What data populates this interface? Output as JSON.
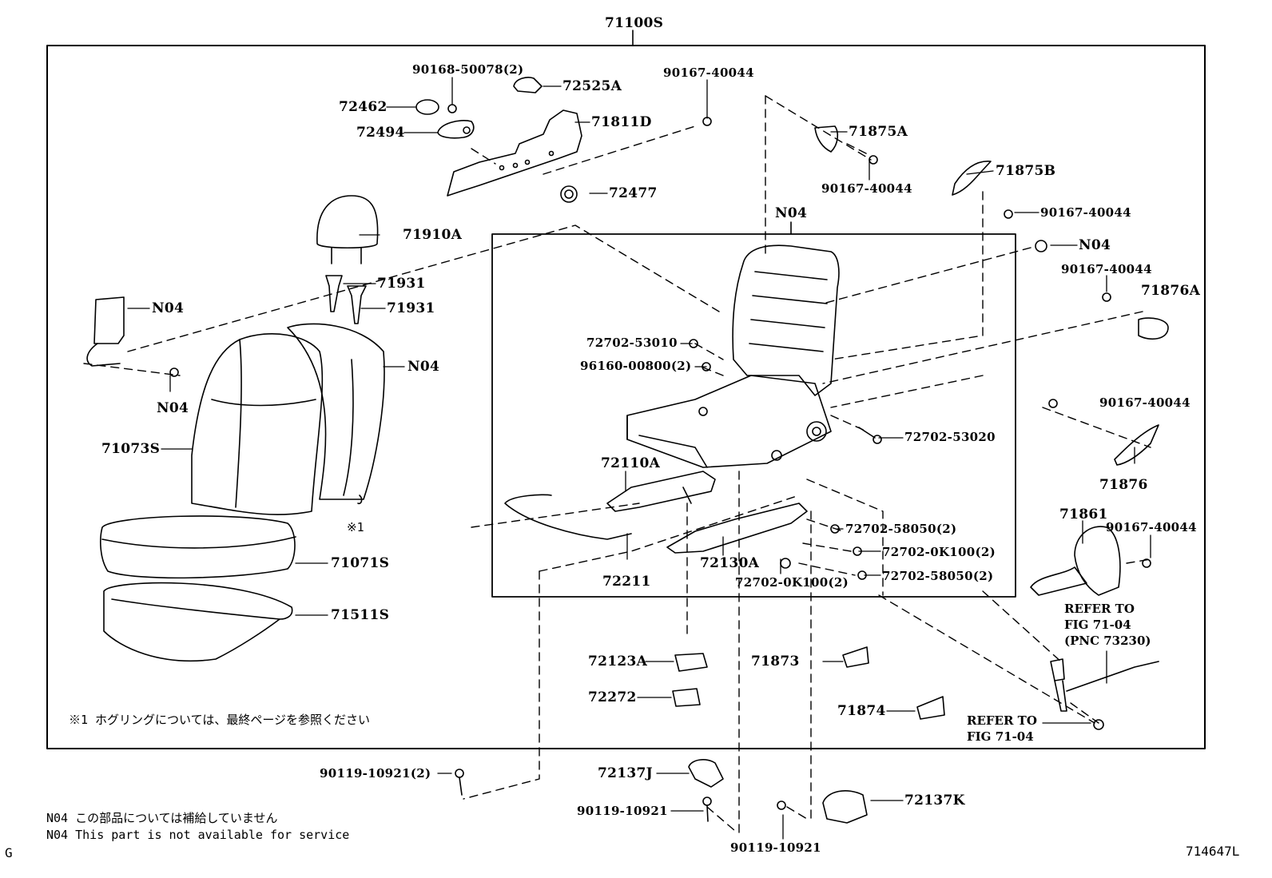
{
  "diagram": {
    "assembly_label": "71100S",
    "page_code_left": "G",
    "figure_id": "714647L",
    "colors": {
      "ink": "#000000",
      "paper": "#ffffff"
    },
    "labels": {
      "p90168_50078": "90168-50078(2)",
      "p72525A": "72525A",
      "p90167_40044_top": "90167-40044",
      "p72462": "72462",
      "p72494": "72494",
      "p71811D": "71811D",
      "p72477": "72477",
      "p71875A": "71875A",
      "p90167_40044_a": "90167-40044",
      "p71875B": "71875B",
      "p90167_40044_b": "90167-40044",
      "n04_frame": "N04",
      "n04_right": "N04",
      "p90167_40044_c": "90167-40044",
      "p71876A": "71876A",
      "p71910A": "71910A",
      "p71931_a": "71931",
      "p71931_b": "71931",
      "n04_left": "N04",
      "n04_left2": "N04",
      "n04_back": "N04",
      "p71073S": "71073S",
      "p72702_53010": "72702-53010",
      "p96160_00800": "96160-00800(2)",
      "p72702_53020": "72702-53020",
      "p90167_40044_d": "90167-40044",
      "p71876": "71876",
      "p72110A": "72110A",
      "hogring_mark": "※1",
      "p71071S": "71071S",
      "p72702_58050_a": "72702-58050(2)",
      "p72702_0K100_a": "72702-0K100(2)",
      "p72702_58050_b": "72702-58050(2)",
      "p72211": "72211",
      "p72130A": "72130A",
      "p72702_0K100_b": "72702-0K100(2)",
      "p71861": "71861",
      "p90167_40044_e": "90167-40044",
      "p71511S": "71511S",
      "p72123A": "72123A",
      "p71873": "71873",
      "p72272": "72272",
      "p71874": "71874",
      "p90119_10921_2": "90119-10921(2)",
      "p72137J": "72137J",
      "p90119_10921_a": "90119-10921",
      "p72137K": "72137K",
      "p90119_10921_b": "90119-10921"
    },
    "refer_buckle": "REFER TO\nFIG 71-04\n(PNC 73230)",
    "refer_bolt": "REFER TO\nFIG 71-04",
    "notes": {
      "hogring_note": "※1  ホグリングについては、最終ページを参照ください",
      "n04_jp": "N04   この部品については補給していません",
      "n04_en": "N04   This part is not available for service"
    }
  }
}
